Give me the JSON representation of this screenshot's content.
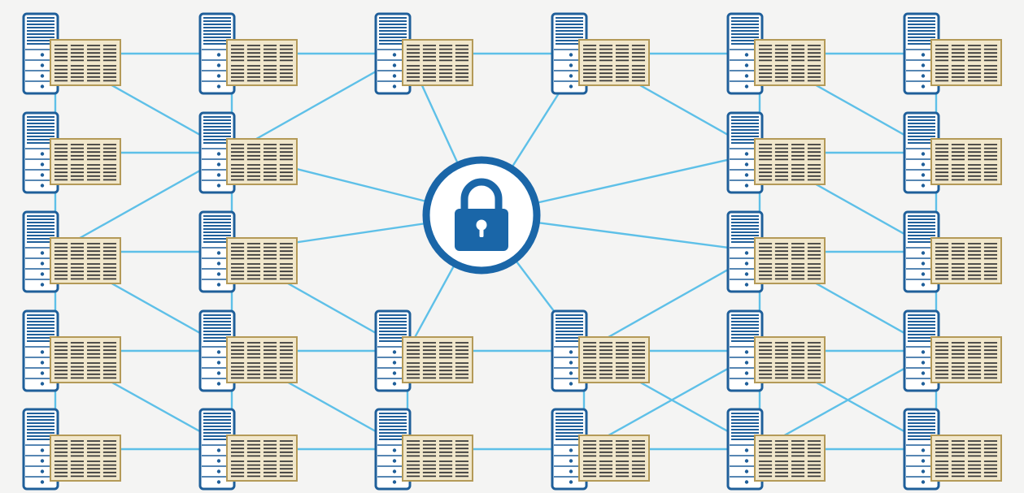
{
  "colors": {
    "background": "#f4f4f3",
    "edge": "#5ec0e8",
    "server_stroke": "#1f5f9a",
    "server_fill": "#ffffff",
    "ledger_fill": "#f1e7cb",
    "ledger_stroke": "#b49a58",
    "ledger_text": "#3a3a3a",
    "lock_ring": "#1a66a8",
    "lock_body": "#1a66a8"
  },
  "icons": {
    "node": "server-with-ledger-icon",
    "center": "padlock-icon"
  },
  "network": {
    "columns": 6,
    "rows": 5,
    "missing_nodes": [
      [
        2,
        1
      ],
      [
        2,
        2
      ],
      [
        3,
        1
      ],
      [
        3,
        2
      ]
    ],
    "hub": "padlock",
    "hub_links": [
      [
        2,
        0
      ],
      [
        3,
        0
      ],
      [
        1,
        1
      ],
      [
        4,
        1
      ],
      [
        1,
        2
      ],
      [
        4,
        2
      ],
      [
        2,
        3
      ],
      [
        3,
        3
      ]
    ],
    "links": [
      [
        [
          0,
          0
        ],
        [
          1,
          0
        ]
      ],
      [
        [
          1,
          0
        ],
        [
          2,
          0
        ]
      ],
      [
        [
          2,
          0
        ],
        [
          3,
          0
        ]
      ],
      [
        [
          3,
          0
        ],
        [
          4,
          0
        ]
      ],
      [
        [
          4,
          0
        ],
        [
          5,
          0
        ]
      ],
      [
        [
          0,
          1
        ],
        [
          1,
          1
        ]
      ],
      [
        [
          4,
          1
        ],
        [
          5,
          1
        ]
      ],
      [
        [
          0,
          2
        ],
        [
          1,
          2
        ]
      ],
      [
        [
          4,
          2
        ],
        [
          5,
          2
        ]
      ],
      [
        [
          0,
          3
        ],
        [
          1,
          3
        ]
      ],
      [
        [
          1,
          3
        ],
        [
          2,
          3
        ]
      ],
      [
        [
          2,
          3
        ],
        [
          3,
          3
        ]
      ],
      [
        [
          3,
          3
        ],
        [
          4,
          3
        ]
      ],
      [
        [
          4,
          3
        ],
        [
          5,
          3
        ]
      ],
      [
        [
          0,
          4
        ],
        [
          1,
          4
        ]
      ],
      [
        [
          1,
          4
        ],
        [
          2,
          4
        ]
      ],
      [
        [
          2,
          4
        ],
        [
          3,
          4
        ]
      ],
      [
        [
          3,
          4
        ],
        [
          4,
          4
        ]
      ],
      [
        [
          4,
          4
        ],
        [
          5,
          4
        ]
      ],
      [
        [
          0,
          0
        ],
        [
          0,
          1
        ]
      ],
      [
        [
          0,
          1
        ],
        [
          0,
          2
        ]
      ],
      [
        [
          0,
          2
        ],
        [
          0,
          3
        ]
      ],
      [
        [
          0,
          3
        ],
        [
          0,
          4
        ]
      ],
      [
        [
          1,
          0
        ],
        [
          1,
          1
        ]
      ],
      [
        [
          1,
          1
        ],
        [
          1,
          2
        ]
      ],
      [
        [
          1,
          2
        ],
        [
          1,
          3
        ]
      ],
      [
        [
          1,
          3
        ],
        [
          1,
          4
        ]
      ],
      [
        [
          4,
          0
        ],
        [
          4,
          1
        ]
      ],
      [
        [
          4,
          1
        ],
        [
          4,
          2
        ]
      ],
      [
        [
          4,
          2
        ],
        [
          4,
          3
        ]
      ],
      [
        [
          4,
          3
        ],
        [
          4,
          4
        ]
      ],
      [
        [
          5,
          0
        ],
        [
          5,
          1
        ]
      ],
      [
        [
          5,
          1
        ],
        [
          5,
          2
        ]
      ],
      [
        [
          5,
          2
        ],
        [
          5,
          3
        ]
      ],
      [
        [
          5,
          3
        ],
        [
          5,
          4
        ]
      ],
      [
        [
          2,
          3
        ],
        [
          2,
          4
        ]
      ],
      [
        [
          3,
          3
        ],
        [
          3,
          4
        ]
      ],
      [
        [
          0,
          0
        ],
        [
          1,
          1
        ]
      ],
      [
        [
          1,
          1
        ],
        [
          2,
          0
        ]
      ],
      [
        [
          0,
          2
        ],
        [
          1,
          1
        ]
      ],
      [
        [
          0,
          2
        ],
        [
          1,
          3
        ]
      ],
      [
        [
          1,
          2
        ],
        [
          2,
          3
        ]
      ],
      [
        [
          0,
          3
        ],
        [
          1,
          4
        ]
      ],
      [
        [
          1,
          3
        ],
        [
          2,
          4
        ]
      ],
      [
        [
          3,
          0
        ],
        [
          4,
          1
        ]
      ],
      [
        [
          4,
          1
        ],
        [
          5,
          2
        ]
      ],
      [
        [
          4,
          0
        ],
        [
          5,
          1
        ]
      ],
      [
        [
          3,
          3
        ],
        [
          4,
          2
        ]
      ],
      [
        [
          4,
          2
        ],
        [
          5,
          3
        ]
      ],
      [
        [
          4,
          3
        ],
        [
          5,
          4
        ]
      ],
      [
        [
          3,
          3
        ],
        [
          4,
          4
        ]
      ],
      [
        [
          4,
          4
        ],
        [
          5,
          3
        ]
      ],
      [
        [
          3,
          4
        ],
        [
          4,
          3
        ]
      ]
    ]
  }
}
